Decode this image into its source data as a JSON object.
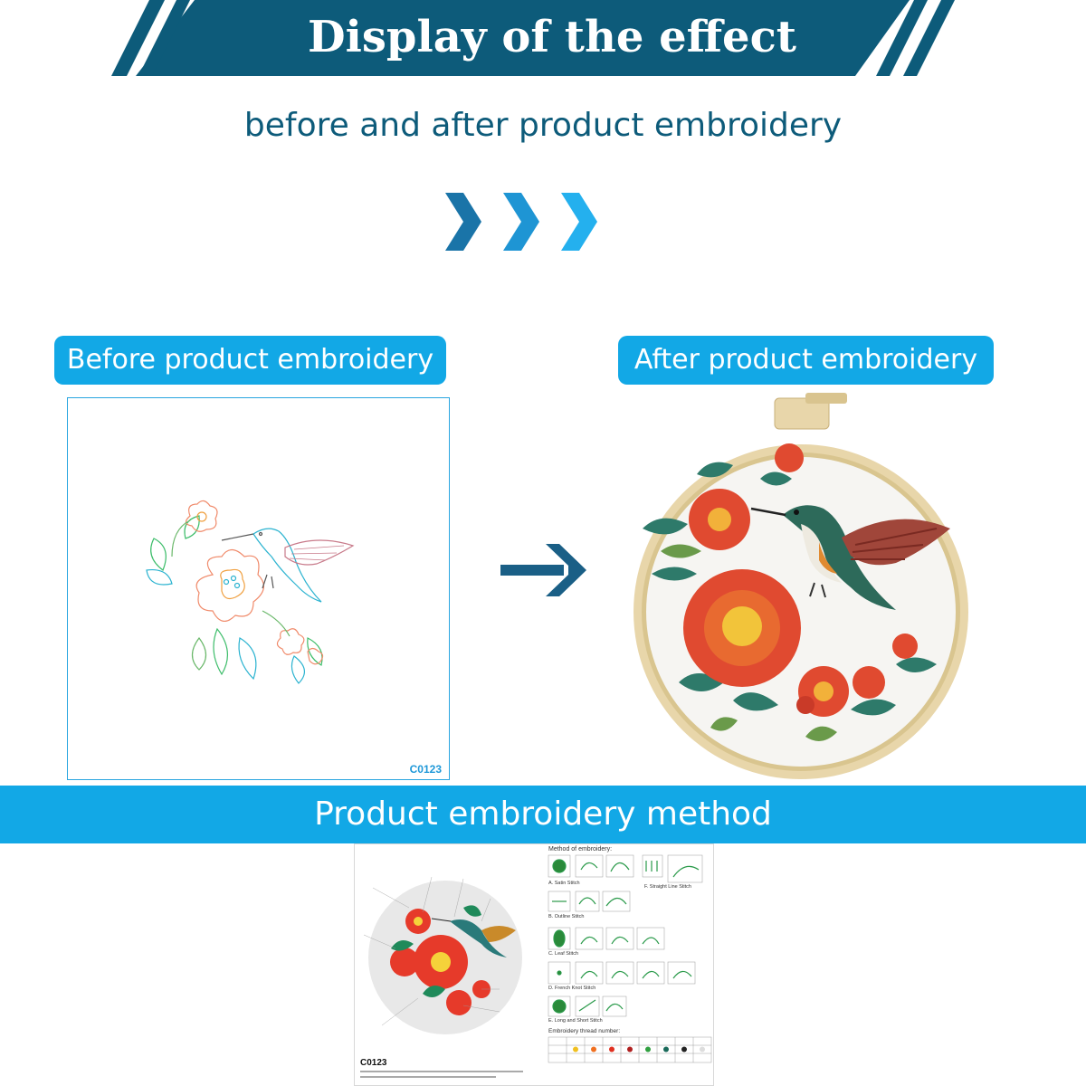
{
  "header": {
    "title": "Display of the effect",
    "subtitle": "before and after product embroidery"
  },
  "labels": {
    "before": "Before product embroidery",
    "after": "After product embroidery",
    "method": "Product embroidery method"
  },
  "pattern": {
    "code": "C0123"
  },
  "sheet": {
    "code": "C0123",
    "method_title": "Method of embroidery:",
    "thread_title": "Embroidery thread number:",
    "stitches": [
      "A. Satin Stitch",
      "B. Outline Stitch",
      "C. Leaf Stitch",
      "D. French Knot Stitch",
      "E. Long and Short Stitch",
      "F. Straight Line Stitch"
    ]
  },
  "colors": {
    "banner_dark": "#0d5b7a",
    "accent_blue": "#12a8e6",
    "chevron_1": "#1a74a8",
    "chevron_2": "#1e95d4",
    "chevron_3": "#24b0ee",
    "arrow": "#1a5f86",
    "hoop_wood": "#e6d2a4",
    "flower_red": "#e04a30",
    "leaf_green": "#2e7a6a"
  },
  "icons": {
    "chevrons": "triple-chevron-right-icon",
    "arrow": "arrow-right-icon"
  }
}
